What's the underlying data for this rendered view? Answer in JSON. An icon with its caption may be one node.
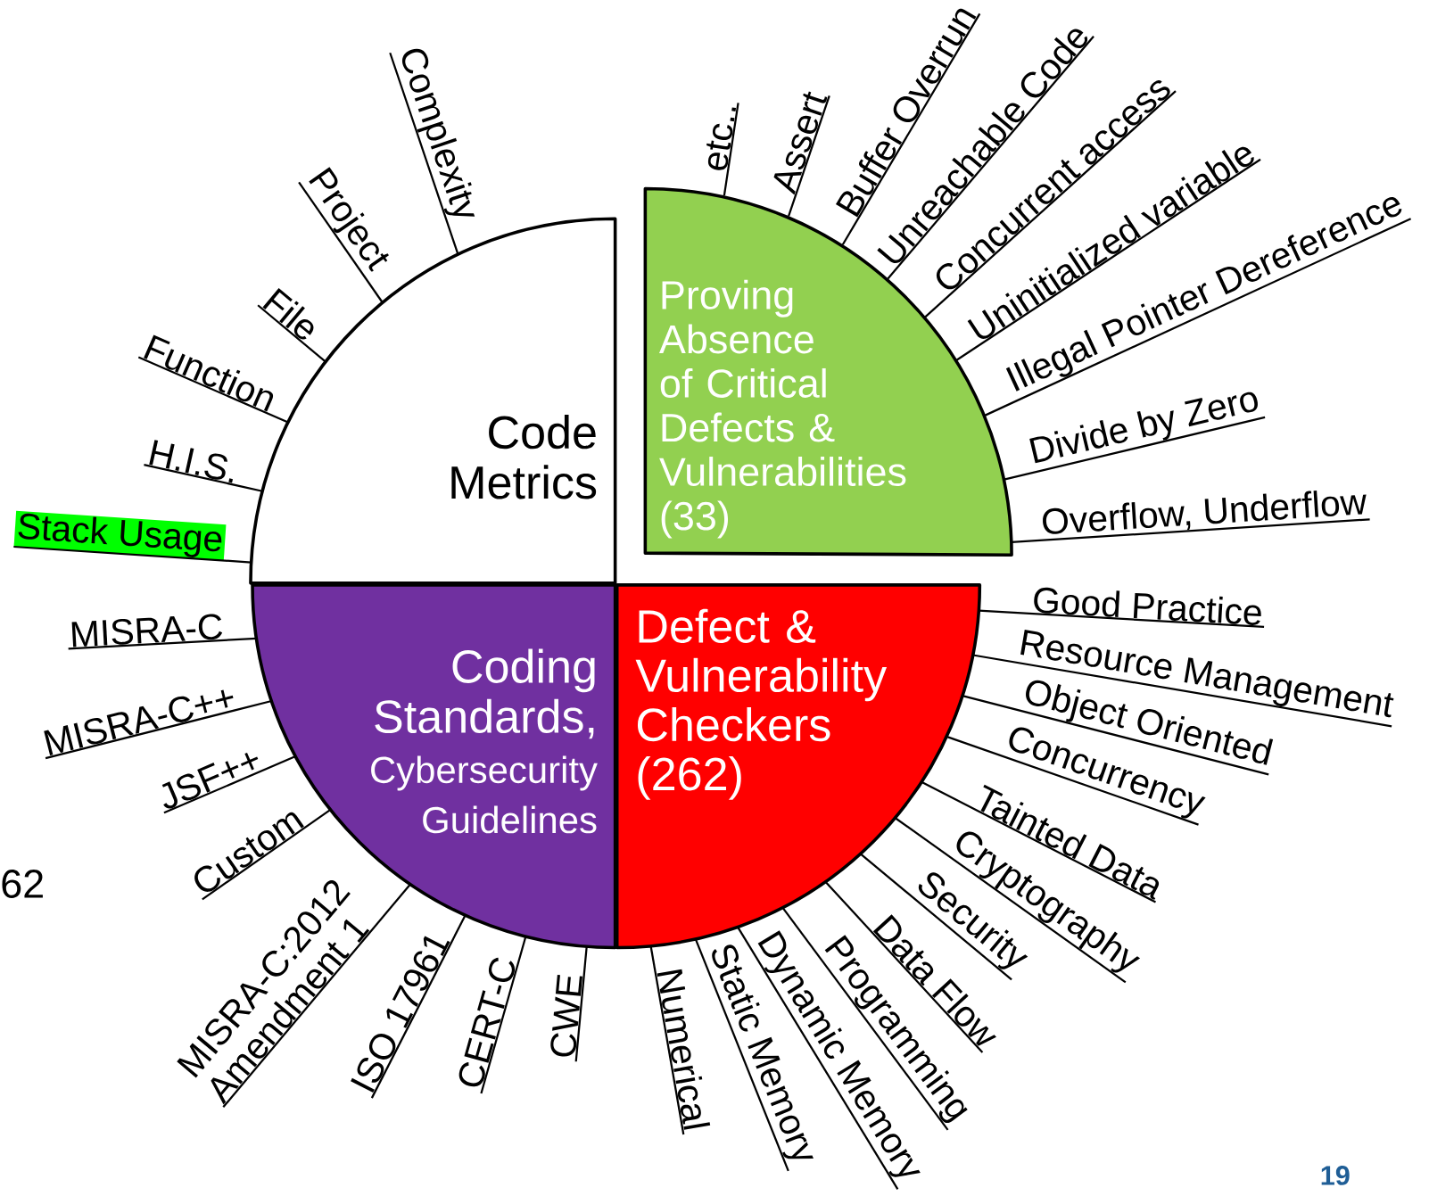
{
  "diagram": {
    "nodes": [
      {
        "text": [
          "Code Metrics"
        ]
      },
      {
        "text": [
          "Proving Absence of Critical Defects & Vulnerabilities (33)"
        ]
      },
      {
        "text": [
          "Coding Standards,",
          "Cybersecurity Guidelines"
        ]
      },
      {
        "text": [
          "Defect & Vulnerability Checkers (262)"
        ]
      },
      {
        "text": [
          "etc.."
        ]
      },
      {
        "text": [
          "Assert"
        ]
      },
      {
        "text": [
          "Buffer Overrun"
        ]
      },
      {
        "text": [
          "Unreachable Code"
        ]
      },
      {
        "text": [
          "Concurrent access"
        ]
      },
      {
        "text": [
          "Uninitialized variable"
        ]
      },
      {
        "text": [
          "Illegal Pointer Dereference"
        ]
      },
      {
        "text": [
          "Divide by Zero"
        ]
      },
      {
        "text": [
          "Overflow, Underflow"
        ]
      },
      {
        "text": [
          "Good Practice"
        ]
      },
      {
        "text": [
          "Resource Management"
        ]
      },
      {
        "text": [
          "Object Oriented"
        ]
      },
      {
        "text": [
          "Concurrency"
        ]
      },
      {
        "text": [
          "Tainted Data"
        ]
      },
      {
        "text": [
          "Cryptography"
        ]
      },
      {
        "text": [
          "Security"
        ]
      },
      {
        "text": [
          "Data Flow"
        ]
      },
      {
        "text": [
          "Programming"
        ]
      },
      {
        "text": [
          "Dynamic Memory"
        ]
      },
      {
        "text": [
          "Static Memory"
        ]
      },
      {
        "text": [
          "Numerical"
        ]
      },
      {
        "text": [
          "CWE"
        ]
      },
      {
        "text": [
          "CERT-C"
        ]
      },
      {
        "text": [
          "ISO 17961"
        ]
      },
      {
        "text": [
          "MISRA-C:2012 Amendment 1"
        ]
      },
      {
        "text": [
          "Custom"
        ]
      },
      {
        "text": [
          "JSF++"
        ]
      },
      {
        "text": [
          "MISRA-C++"
        ]
      },
      {
        "text": [
          "MISRA-C"
        ]
      },
      {
        "text": [
          "Stack Usage"
        ]
      },
      {
        "text": [
          "H.I.S."
        ]
      },
      {
        "text": [
          "Function"
        ]
      },
      {
        "text": [
          "File"
        ]
      },
      {
        "text": [
          "Project"
        ]
      },
      {
        "text": [
          "Complexity"
        ]
      }
    ],
    "edges": [
      {
        "from": 4,
        "to": 1,
        "arrow": "none"
      },
      {
        "from": 5,
        "to": 1,
        "arrow": "none"
      },
      {
        "from": 6,
        "to": 1,
        "arrow": "none"
      },
      {
        "from": 7,
        "to": 1,
        "arrow": "none"
      },
      {
        "from": 8,
        "to": 1,
        "arrow": "none"
      },
      {
        "from": 9,
        "to": 1,
        "arrow": "none"
      },
      {
        "from": 10,
        "to": 1,
        "arrow": "none"
      },
      {
        "from": 11,
        "to": 1,
        "arrow": "none"
      },
      {
        "from": 12,
        "to": 1,
        "arrow": "none"
      },
      {
        "from": 13,
        "to": 3,
        "arrow": "none"
      },
      {
        "from": 14,
        "to": 3,
        "arrow": "none"
      },
      {
        "from": 15,
        "to": 3,
        "arrow": "none"
      },
      {
        "from": 16,
        "to": 3,
        "arrow": "none"
      },
      {
        "from": 17,
        "to": 3,
        "arrow": "none"
      },
      {
        "from": 18,
        "to": 3,
        "arrow": "none"
      },
      {
        "from": 19,
        "to": 3,
        "arrow": "none"
      },
      {
        "from": 20,
        "to": 3,
        "arrow": "none"
      },
      {
        "from": 21,
        "to": 3,
        "arrow": "none"
      },
      {
        "from": 22,
        "to": 3,
        "arrow": "none"
      },
      {
        "from": 23,
        "to": 3,
        "arrow": "none"
      },
      {
        "from": 24,
        "to": 3,
        "arrow": "none"
      },
      {
        "from": 25,
        "to": 2,
        "arrow": "none"
      },
      {
        "from": 26,
        "to": 2,
        "arrow": "none"
      },
      {
        "from": 27,
        "to": 2,
        "arrow": "none"
      },
      {
        "from": 28,
        "to": 2,
        "arrow": "none"
      },
      {
        "from": 29,
        "to": 2,
        "arrow": "none"
      },
      {
        "from": 30,
        "to": 2,
        "arrow": "none"
      },
      {
        "from": 31,
        "to": 2,
        "arrow": "none"
      },
      {
        "from": 32,
        "to": 2,
        "arrow": "none"
      },
      {
        "from": 33,
        "to": 0,
        "arrow": "none"
      },
      {
        "from": 34,
        "to": 0,
        "arrow": "none"
      },
      {
        "from": 35,
        "to": 0,
        "arrow": "none"
      },
      {
        "from": 36,
        "to": 0,
        "arrow": "none"
      },
      {
        "from": 37,
        "to": 0,
        "arrow": "none"
      },
      {
        "from": 38,
        "to": 0,
        "arrow": "none"
      }
    ],
    "labels": [
      "62",
      "19"
    ]
  }
}
